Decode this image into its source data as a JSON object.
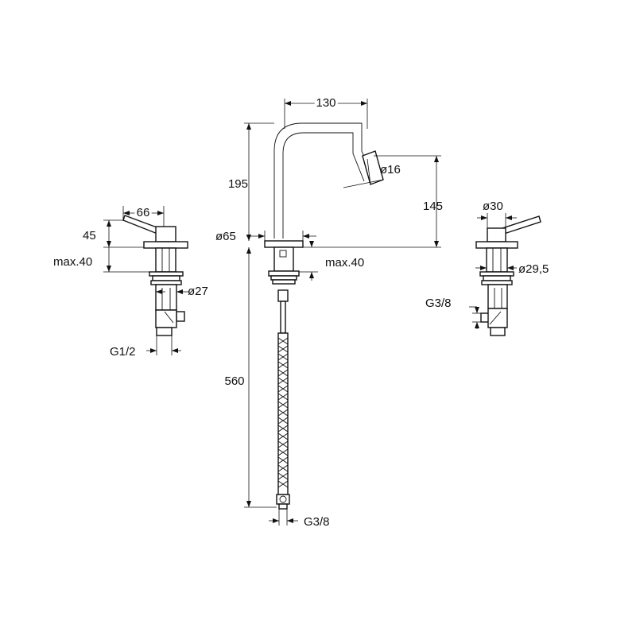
{
  "dimensions": {
    "spout_reach": "130",
    "spout_height": "195",
    "outlet_diameter": "ø16",
    "outlet_height": "145",
    "base_diameter": "ø65",
    "deck_thickness_center": "max.40",
    "hose_length": "560",
    "hose_connection": "G3/8",
    "left_lever_length": "66",
    "left_handle_height": "45",
    "left_deck_thickness": "max.40",
    "left_shank_diameter": "ø27",
    "left_connection": "G1/2",
    "right_body_diameter": "ø30",
    "right_shank_diameter": "ø29,5",
    "right_connection": "G3/8"
  }
}
